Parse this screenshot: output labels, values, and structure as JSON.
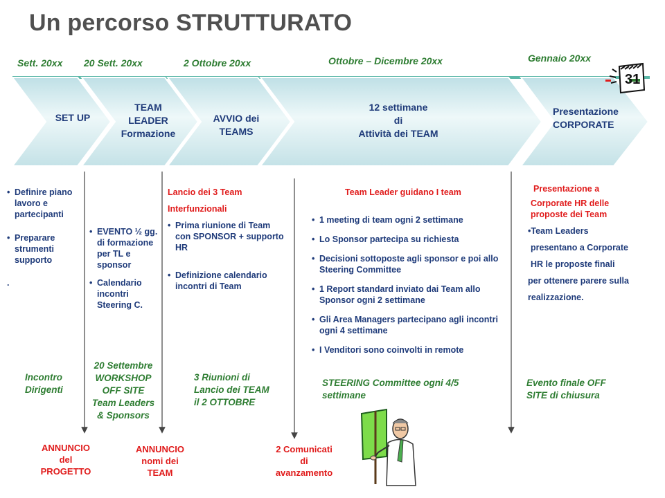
{
  "title": "Un percorso STRUTTURATO",
  "dates": [
    "Sett. 20xx",
    "20 Sett. 20xx",
    "2 Ottobre 20xx",
    "Ottobre – Dicembre 20xx",
    "Gennaio 20xx"
  ],
  "phases": [
    {
      "line1": "SET UP"
    },
    {
      "line1": "TEAM",
      "line2": "LEADER",
      "line3": "Formazione"
    },
    {
      "line1": "AVVIO dei",
      "line2": "TEAMS"
    },
    {
      "line1": "12 settimane",
      "line2": "di",
      "line3": "Attività  dei TEAM"
    },
    {
      "line1": "Presentazione",
      "line2": "CORPORATE"
    }
  ],
  "col1": {
    "bullets": [
      "Definire piano lavoro e partecipanti",
      "Preparare strumenti supporto"
    ],
    "dot": ".",
    "green": [
      "Incontro",
      "Dirigenti"
    ],
    "red": [
      "ANNUNCIO",
      "del",
      "PROGETTO"
    ]
  },
  "col2": {
    "bullets": [
      "EVENTO ½ gg. di formazione per TL e sponsor",
      "Calendario incontri Steering C."
    ],
    "green": [
      "20 Settembre",
      "WORKSHOP",
      "OFF SITE",
      "Team Leaders",
      "& Sponsors"
    ],
    "red": [
      "ANNUNCIO",
      "nomi dei",
      "TEAM"
    ]
  },
  "col3": {
    "heading": "Lancio dei 3 Team",
    "sub": "Interfunzionali",
    "bullets": [
      "Prima riunione di Team con SPONSOR + supporto HR",
      "Definizione calendario incontri di Team"
    ],
    "green": [
      "3 Riunioni di",
      "Lancio dei TEAM",
      "il 2 OTTOBRE"
    ],
    "red": [
      "2 Comunicati",
      "di",
      "avanzamento"
    ]
  },
  "col4": {
    "heading": "Team Leader guidano I team",
    "bullets": [
      "1 meeting di team ogni 2 settimane",
      "Lo Sponsor partecipa su richiesta",
      "Decisioni sottoposte  agli sponsor  e poi allo Steering Committee",
      "1 Report standard inviato dai Team allo Sponsor ogni 2 settimane",
      "Gli Area Managers partecipano agli incontri ogni 4 settimane",
      "I Venditori sono coinvolti in remote"
    ],
    "green": [
      "STEERING Committee ogni 4/5",
      "settimane"
    ]
  },
  "col5": {
    "heading1": "Presentazione a",
    "heading2": "Corporate HR delle proposte dei Team",
    "lines": [
      "•Team Leaders",
      "presentano a Corporate",
      "HR  le proposte finali",
      "per ottenere parere sulla",
      "realizzazione."
    ],
    "green": [
      "Evento finale OFF",
      "SITE di chiusura"
    ]
  },
  "calendar_number": "31",
  "colors": {
    "title": "#505050",
    "navy": "#1f3b7a",
    "red": "#e01b1b",
    "green": "#2e7d32",
    "chevron": "#cfe8ec"
  }
}
